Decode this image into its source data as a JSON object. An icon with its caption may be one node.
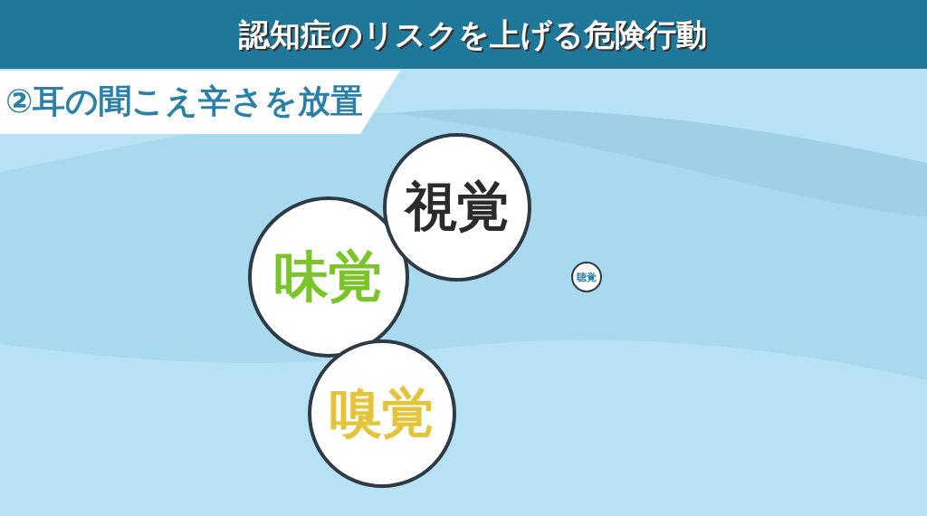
{
  "diagram": {
    "title": "認知症のリスクを上げる危険行動",
    "nodes": [
      {
        "text": [
          "視覚"
        ]
      },
      {
        "text": [
          "味覚"
        ]
      },
      {
        "text": [
          "嗅覚"
        ]
      },
      {
        "text": [
          "聴覚"
        ]
      }
    ],
    "labels": [
      "②耳の聞こえ辛さを放置"
    ]
  }
}
